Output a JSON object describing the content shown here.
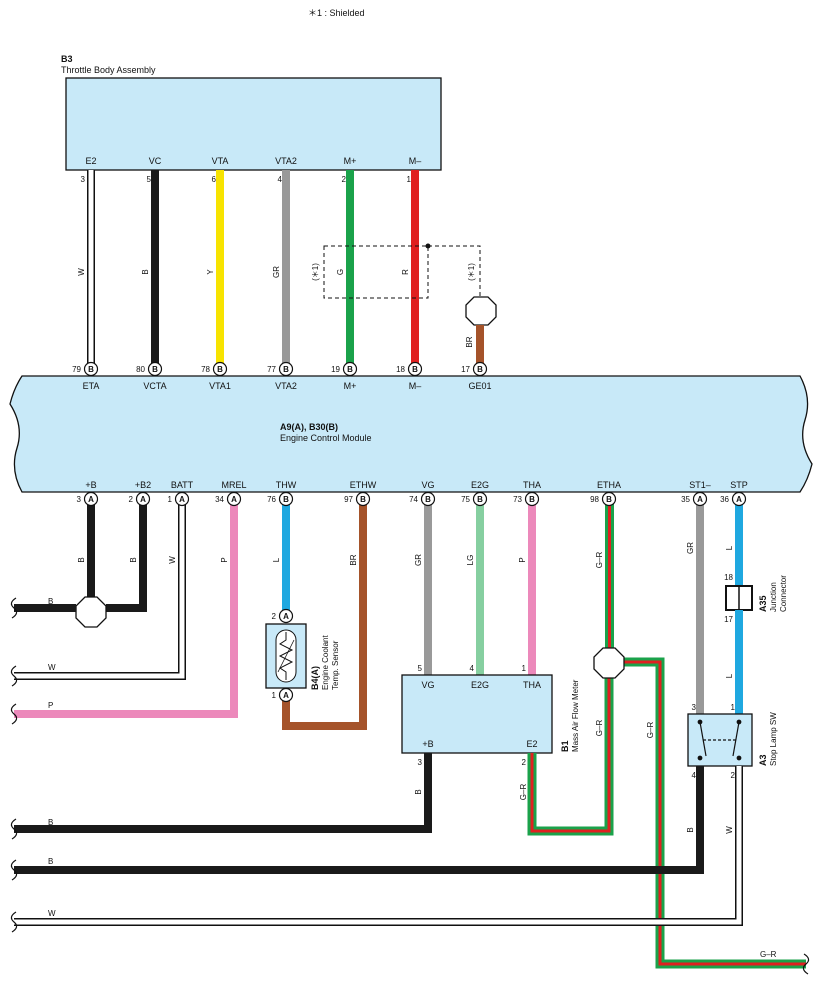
{
  "note": "＊1 : Shielded",
  "throttle_body": {
    "code": "B3",
    "name": "Throttle Body Assembly",
    "terminals": [
      {
        "label": "E2",
        "pin": "3",
        "color": "W"
      },
      {
        "label": "VC",
        "pin": "5",
        "color": "B"
      },
      {
        "label": "VTA",
        "pin": "6",
        "color": "Y"
      },
      {
        "label": "VTA2",
        "pin": "4",
        "color": "GR"
      },
      {
        "label": "M+",
        "pin": "2",
        "color": "G"
      },
      {
        "label": "M–",
        "pin": "1",
        "color": "R"
      }
    ],
    "shield_mark_left": "(＊1)",
    "shield_mark_right": "(＊1)",
    "shield_wire_color": "BR"
  },
  "ecm": {
    "code": "A9(A), B30(B)",
    "name": "Engine Control Module",
    "top_terminals": [
      {
        "pin": "79",
        "conn": "B",
        "label": "ETA"
      },
      {
        "pin": "80",
        "conn": "B",
        "label": "VCTA"
      },
      {
        "pin": "78",
        "conn": "B",
        "label": "VTA1"
      },
      {
        "pin": "77",
        "conn": "B",
        "label": "VTA2"
      },
      {
        "pin": "19",
        "conn": "B",
        "label": "M+"
      },
      {
        "pin": "18",
        "conn": "B",
        "label": "M–"
      },
      {
        "pin": "17",
        "conn": "B",
        "label": "GE01"
      }
    ],
    "bottom_terminals": [
      {
        "pin": "3",
        "conn": "A",
        "label": "+B",
        "color": "B"
      },
      {
        "pin": "2",
        "conn": "A",
        "label": "+B2",
        "color": "B"
      },
      {
        "pin": "1",
        "conn": "A",
        "label": "BATT",
        "color": "W"
      },
      {
        "pin": "34",
        "conn": "A",
        "label": "MREL",
        "color": "P"
      },
      {
        "pin": "76",
        "conn": "B",
        "label": "THW",
        "color": "L"
      },
      {
        "pin": "97",
        "conn": "B",
        "label": "ETHW",
        "color": "BR"
      },
      {
        "pin": "74",
        "conn": "B",
        "label": "VG",
        "color": "GR"
      },
      {
        "pin": "75",
        "conn": "B",
        "label": "E2G",
        "color": "LG"
      },
      {
        "pin": "73",
        "conn": "B",
        "label": "THA",
        "color": "P"
      },
      {
        "pin": "98",
        "conn": "B",
        "label": "ETHA",
        "color": "G–R"
      },
      {
        "pin": "35",
        "conn": "A",
        "label": "ST1–",
        "color": "GR"
      },
      {
        "pin": "36",
        "conn": "A",
        "label": "STP",
        "color": "L"
      }
    ]
  },
  "coolant_sensor": {
    "code": "B4(A)",
    "name_line1": "Engine Coolant",
    "name_line2": "Temp. Sensor",
    "pin_top": "2",
    "pin_bottom": "1",
    "conn": "A"
  },
  "maf_meter": {
    "code": "B1",
    "name": "Mass Air Flow Meter",
    "top_terminals": [
      {
        "pin": "5",
        "label": "VG"
      },
      {
        "pin": "4",
        "label": "E2G"
      },
      {
        "pin": "1",
        "label": "THA"
      }
    ],
    "bottom_terminals": [
      {
        "pin": "3",
        "label": "+B",
        "color": "B"
      },
      {
        "pin": "2",
        "label": "E2",
        "color": "G–R"
      }
    ]
  },
  "junction_connector": {
    "code": "A35",
    "name_line1": "Junction",
    "name_line2": "Connector",
    "pin_top": "18",
    "pin_bottom": "17",
    "color_bottom": "L"
  },
  "stop_lamp_sw": {
    "code": "A3",
    "name": "Stop Lamp SW",
    "pins": [
      "3",
      "1",
      "4",
      "2"
    ],
    "color_left": "B",
    "color_right": "W"
  },
  "left_wires": [
    {
      "color": "B"
    },
    {
      "color": "W"
    },
    {
      "color": "P"
    },
    {
      "color": "B"
    },
    {
      "color": "B"
    },
    {
      "color": "W"
    }
  ],
  "bottom_right_wire": {
    "color": "G–R"
  },
  "splice_wire_color": "G–R",
  "wire_colors": {
    "B": "#1a1a1a",
    "W": "#ffffff",
    "Y": "#f7e300",
    "GR": "#999999",
    "G": "#1aa24a",
    "R": "#e02020",
    "BR": "#a5532a",
    "P": "#ec89bb",
    "L": "#1fa8e0",
    "LG": "#86cfa0",
    "box_fill": "#c8e9f8"
  }
}
